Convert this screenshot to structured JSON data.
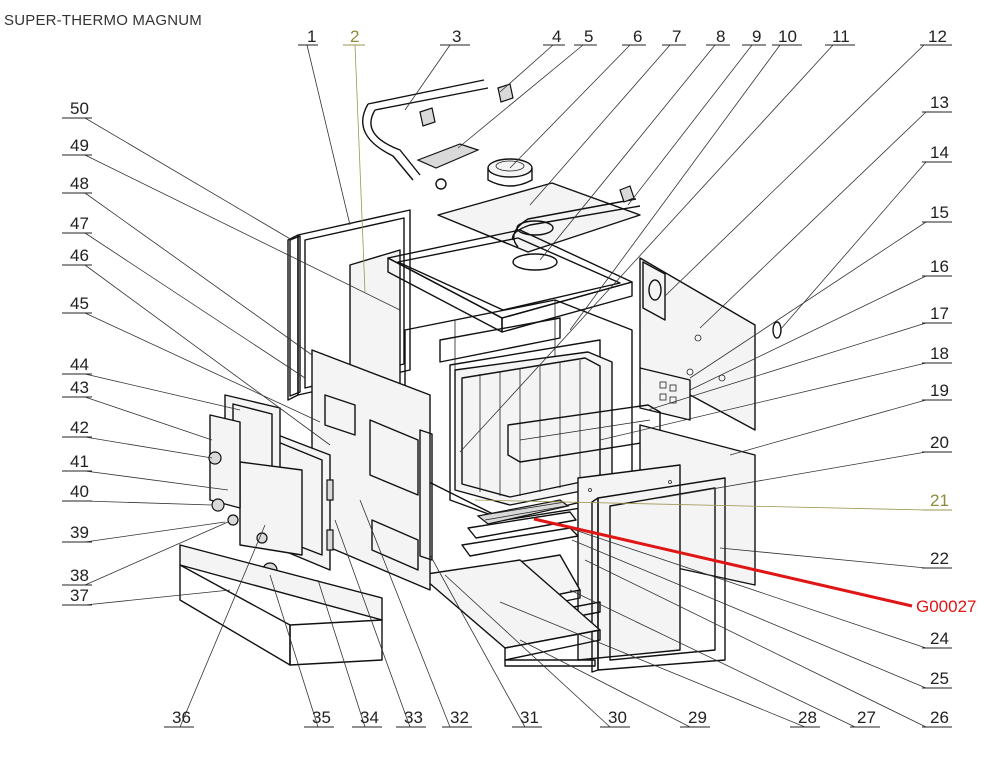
{
  "title": "SUPER-THERMO MAGNUM",
  "callout": {
    "code": "G00027",
    "color": "#e01515"
  },
  "labels": {
    "n1": "1",
    "n2": "2",
    "n3": "3",
    "n4": "4",
    "n5": "5",
    "n6": "6",
    "n7": "7",
    "n8": "8",
    "n9": "9",
    "n10": "10",
    "n11": "11",
    "n12": "12",
    "n13": "13",
    "n14": "14",
    "n15": "15",
    "n16": "16",
    "n17": "17",
    "n18": "18",
    "n19": "19",
    "n20": "20",
    "n21": "21",
    "n22": "22",
    "n24": "24",
    "n25": "25",
    "n26": "26",
    "n27": "27",
    "n28": "28",
    "n29": "29",
    "n30": "30",
    "n31": "31",
    "n32": "32",
    "n33": "33",
    "n34": "34",
    "n35": "35",
    "n36": "36",
    "n37": "37",
    "n38": "38",
    "n39": "39",
    "n40": "40",
    "n41": "41",
    "n42": "42",
    "n43": "43",
    "n44": "44",
    "n45": "45",
    "n46": "46",
    "n47": "47",
    "n48": "48",
    "n49": "49",
    "n50": "50"
  }
}
